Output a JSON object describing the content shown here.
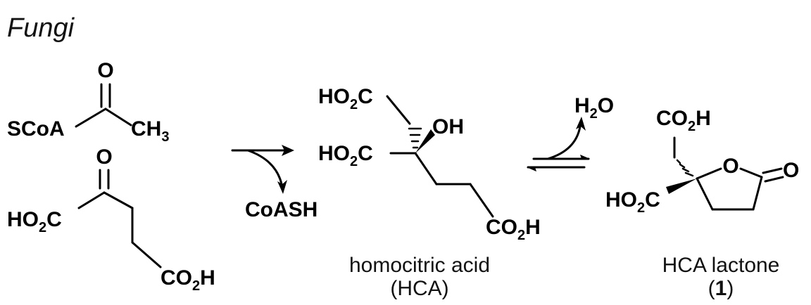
{
  "organism": "Fungi",
  "acetyl_coa": {
    "o": "O",
    "scoa": "SCoA",
    "ch3_main": "CH",
    "ch3_sub": "3"
  },
  "ketoglutarate": {
    "o": "O",
    "left_main": "HO",
    "left_sub": "2",
    "left_end": "C",
    "right_main": "CO",
    "right_sub": "2",
    "right_end": "H"
  },
  "reaction1": {
    "byproduct": "CoASH"
  },
  "hca": {
    "top_main": "HO",
    "top_sub": "2",
    "top_end": "C",
    "oh": "OH",
    "mid_main": "HO",
    "mid_sub": "2",
    "mid_end": "C",
    "bot_main": "CO",
    "bot_sub": "2",
    "bot_end": "H",
    "caption": "homocitric acid",
    "caption2": "(HCA)"
  },
  "reaction2": {
    "water_main": "H",
    "water_sub": "2",
    "water_end": "O"
  },
  "lactone": {
    "top_main": "CO",
    "top_sub": "2",
    "top_end": "H",
    "ring_o": "O",
    "keto_o": "O",
    "left_main": "HO",
    "left_sub": "2",
    "left_end": "C",
    "caption": "HCA lactone",
    "caption_paren_open": "(",
    "caption_num": "1",
    "caption_paren_close": ")"
  },
  "colors": {
    "ink": "#000000",
    "background": "#ffffff"
  }
}
